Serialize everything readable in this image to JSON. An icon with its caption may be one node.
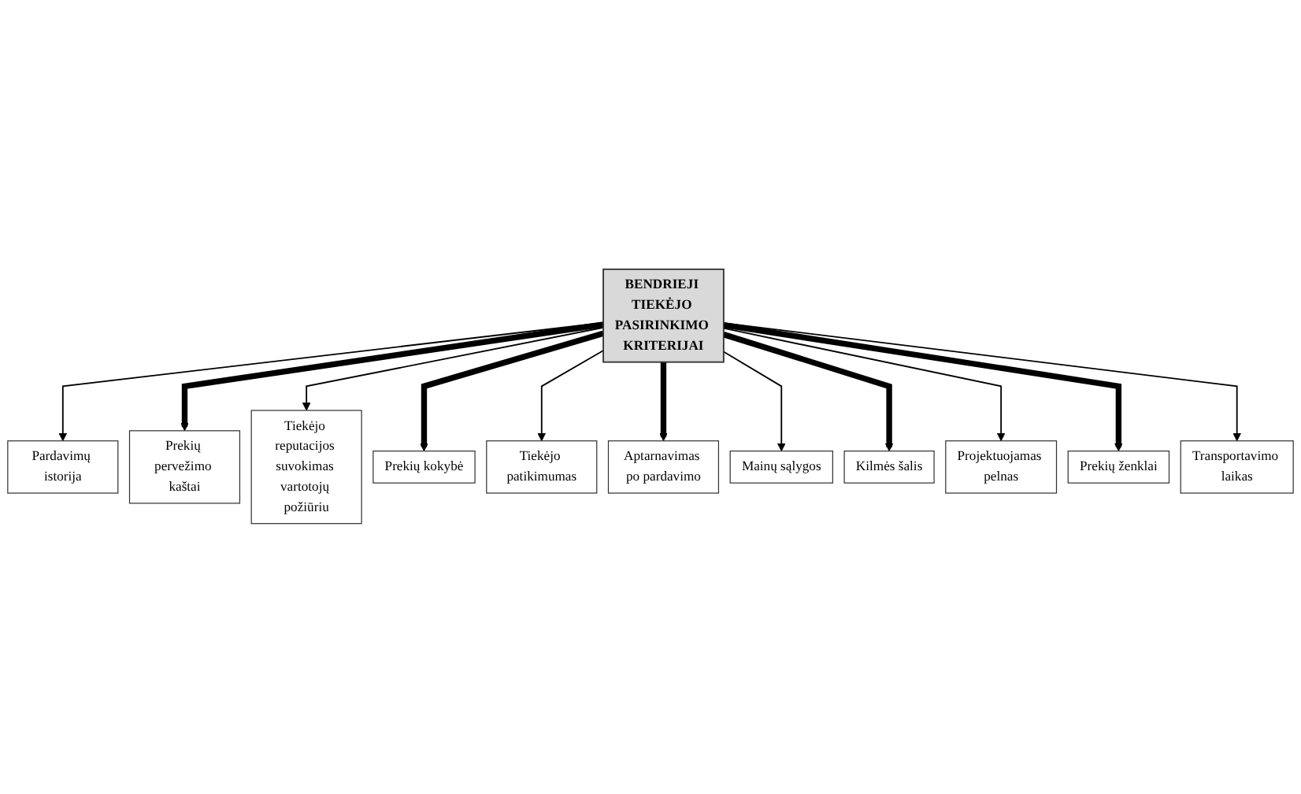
{
  "diagram": {
    "nodes": [
      {
        "text": [
          "BENDRIEJI TIEKĖJO PASIRINKIMO KRITERIJAI"
        ]
      },
      {
        "text": [
          "Pardavimų istorija"
        ]
      },
      {
        "text": [
          "Prekių pervežimo kaštai"
        ]
      },
      {
        "text": [
          "Tiekėjo reputacijos suvokimas vartotojų požiūriu"
        ]
      },
      {
        "text": [
          "Prekių kokybė"
        ]
      },
      {
        "text": [
          "Tiekėjo patikimumas"
        ]
      },
      {
        "text": [
          "Aptarnavimas po pardavimo"
        ]
      },
      {
        "text": [
          "Mainų sąlygos"
        ]
      },
      {
        "text": [
          "Kilmės šalis"
        ]
      },
      {
        "text": [
          "Projektuojamas pelnas"
        ]
      },
      {
        "text": [
          "Prekių ženklai"
        ]
      },
      {
        "text": [
          "Transportavimo laikas"
        ]
      }
    ],
    "edges": [
      {
        "from": 0,
        "to": 1,
        "arrow": "to"
      },
      {
        "from": 0,
        "to": 2,
        "arrow": "to",
        "style": "thick"
      },
      {
        "from": 0,
        "to": 3,
        "arrow": "to"
      },
      {
        "from": 0,
        "to": 4,
        "arrow": "to",
        "style": "thick"
      },
      {
        "from": 0,
        "to": 5,
        "arrow": "to"
      },
      {
        "from": 0,
        "to": 6,
        "arrow": "to",
        "style": "thick"
      },
      {
        "from": 0,
        "to": 7,
        "arrow": "to"
      },
      {
        "from": 0,
        "to": 8,
        "arrow": "to",
        "style": "thick"
      },
      {
        "from": 0,
        "to": 9,
        "arrow": "to"
      },
      {
        "from": 0,
        "to": 10,
        "arrow": "to",
        "style": "thick"
      },
      {
        "from": 0,
        "to": 11,
        "arrow": "to"
      }
    ]
  }
}
